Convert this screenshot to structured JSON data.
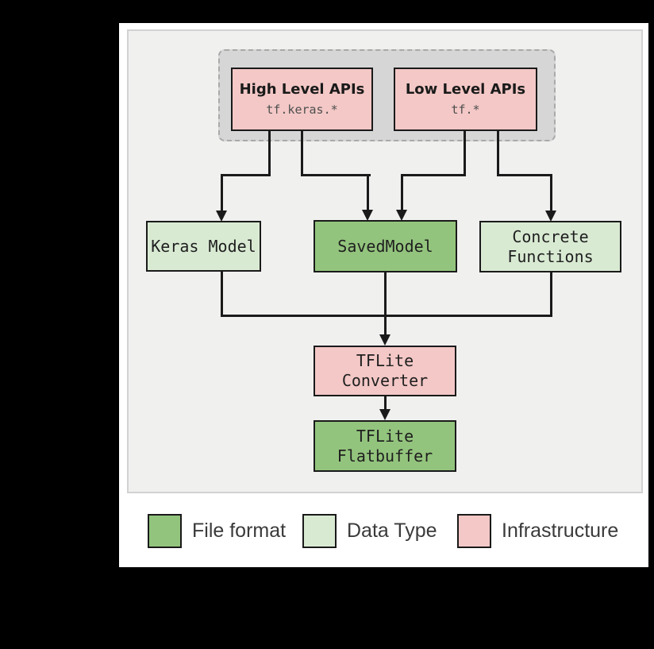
{
  "colors": {
    "canvas_bg": "#000000",
    "page_bg": "#ffffff",
    "panel_bg": "#f0f0ef",
    "group_bg": "#d6d6d6",
    "line": "#1a1a1a",
    "file_format": "#93c47d",
    "data_type": "#d9ead3",
    "infrastructure": "#f3c8c6"
  },
  "diagram": {
    "nodes": {
      "high_level_apis": {
        "title": "High Level APIs",
        "subtitle": "tf.keras.*"
      },
      "low_level_apis": {
        "title": "Low Level APIs",
        "subtitle": "tf.*"
      },
      "keras_model": {
        "label": "Keras Model"
      },
      "saved_model": {
        "label": "SavedModel"
      },
      "concrete_functions": {
        "line1": "Concrete",
        "line2": "Functions"
      },
      "tflite_converter": {
        "line1": "TFLite",
        "line2": "Converter"
      },
      "tflite_flatbuffer": {
        "line1": "TFLite",
        "line2": "Flatbuffer"
      }
    }
  },
  "legend": {
    "items": [
      {
        "label": "File format",
        "color": "#93c47d"
      },
      {
        "label": "Data Type",
        "color": "#d9ead3"
      },
      {
        "label": "Infrastructure",
        "color": "#f3c8c6"
      }
    ]
  }
}
